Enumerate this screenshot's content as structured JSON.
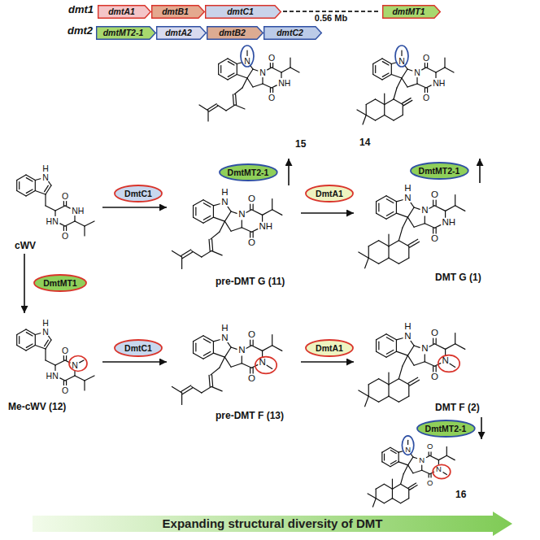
{
  "diagram": {
    "nodes": [
      {
        "text": [
          "dmtA1"
        ]
      },
      {
        "text": [
          "dmtB1"
        ]
      },
      {
        "text": [
          "dmtC1"
        ]
      },
      {
        "text": [
          "dmtMT1"
        ]
      },
      {
        "text": [
          "dmtMT2-1"
        ]
      },
      {
        "text": [
          "dmtA2"
        ]
      },
      {
        "text": [
          "dmtB2"
        ]
      },
      {
        "text": [
          "dmtC2"
        ]
      },
      {
        "text": [
          "15"
        ]
      },
      {
        "text": [
          "DmtMT2-1"
        ]
      },
      {
        "text": [
          "14"
        ]
      },
      {
        "text": [
          "DmtMT2-1"
        ]
      },
      {
        "text": [
          "cWV"
        ]
      },
      {
        "text": [
          "DmtC1"
        ]
      },
      {
        "text": [
          "pre-DMT G (11)"
        ]
      },
      {
        "text": [
          "DmtA1"
        ]
      },
      {
        "text": [
          "DMT G (1)"
        ]
      },
      {
        "text": [
          "DmtMT1"
        ]
      },
      {
        "text": [
          "Me-cWV (12)"
        ]
      },
      {
        "text": [
          "DmtC1"
        ]
      },
      {
        "text": [
          "pre-DMT F (13)"
        ]
      },
      {
        "text": [
          "DmtA1"
        ]
      },
      {
        "text": [
          "DMT F (2)"
        ]
      },
      {
        "text": [
          "DmtMT2-1"
        ]
      },
      {
        "text": [
          "16"
        ]
      },
      {
        "text": [
          "Expanding structural diversity of DMT"
        ]
      }
    ],
    "edges": [
      {
        "from": 12,
        "to": 14,
        "arrow": "to"
      },
      {
        "from": 14,
        "to": 8,
        "arrow": "to"
      },
      {
        "from": 14,
        "to": 16,
        "arrow": "to"
      },
      {
        "from": 16,
        "to": 10,
        "arrow": "to"
      },
      {
        "from": 12,
        "to": 18,
        "arrow": "to"
      },
      {
        "from": 18,
        "to": 20,
        "arrow": "to"
      },
      {
        "from": 20,
        "to": 22,
        "arrow": "to"
      },
      {
        "from": 22,
        "to": 24,
        "arrow": "to"
      }
    ],
    "labels": [
      "dmt1",
      "dmt2",
      "0.56 Mb",
      "N",
      "N",
      "O",
      "NH",
      "O",
      "N",
      "N",
      "O",
      "NH",
      "O",
      "H",
      "N",
      "O",
      "NH",
      "O",
      "HN",
      "H",
      "N",
      "N",
      "O",
      "NH",
      "O",
      "H",
      "N",
      "N",
      "O",
      "NH",
      "O",
      "H",
      "N",
      "O",
      "N",
      "O",
      "HN",
      "H",
      "N",
      "N",
      "O",
      "N",
      "O",
      "H",
      "N",
      "N",
      "O",
      "N",
      "O",
      "N",
      "N",
      "O",
      "N",
      "O"
    ]
  }
}
